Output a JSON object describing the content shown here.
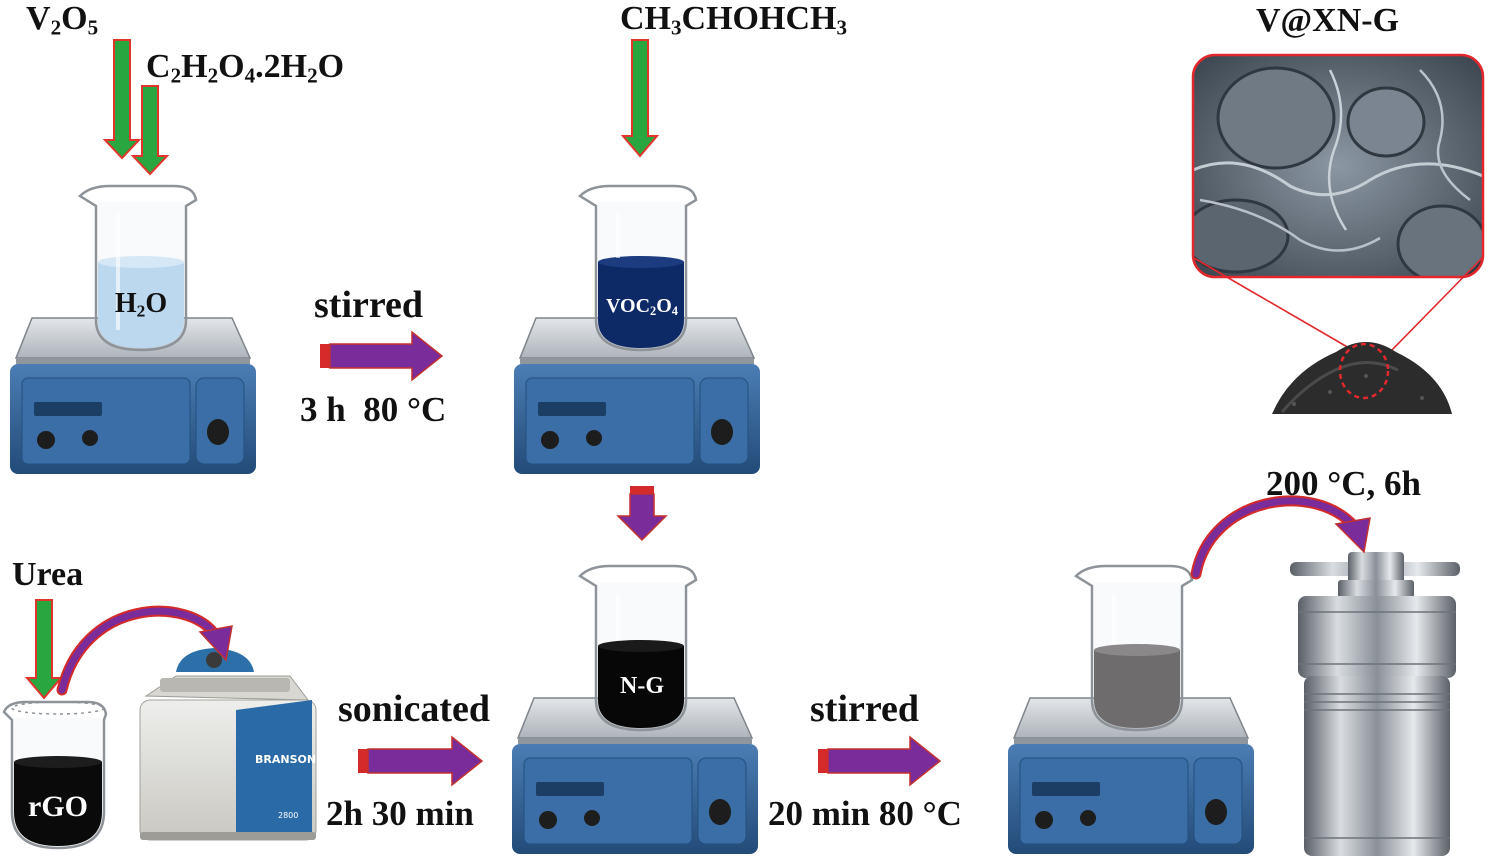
{
  "colors": {
    "arrow_green": "#2aa640",
    "arrow_green_border": "#e0352b",
    "arrow_purple": "#7a2d9a",
    "arrow_red": "#d42a2a",
    "hotplate_body": "#2f5f95",
    "hotplate_top": "#c8cdd2",
    "water": "#bcd8ef",
    "voc2o4": "#0e2a66",
    "ng": "#070707",
    "mixture": "#6e6c6c",
    "rgo": "#0a0a0a",
    "powder": "#2c2c2c"
  },
  "reagents": {
    "v2o5": {
      "main": "V",
      "s1": "2",
      "mid": "O",
      "s2": "5"
    },
    "oxalic": {
      "a": "C",
      "s1": "2",
      "b": "H",
      "s2": "2",
      "c": "O",
      "s3": "4",
      "d": ".2H",
      "s4": "2",
      "e": "O"
    },
    "isopropanol": {
      "a": "CH",
      "s1": "3",
      "b": "CHOHCH",
      "s2": "3"
    },
    "urea": "Urea"
  },
  "beakers": {
    "water": {
      "a": "H",
      "s1": "2",
      "b": "O"
    },
    "voc2o4": {
      "a": "VOC",
      "s1": "2",
      "b": "O",
      "s2": "4"
    },
    "ng": "N-G",
    "rgo": "rGO"
  },
  "steps": {
    "step1": {
      "action": "stirred",
      "condition": "3 h  80 °C"
    },
    "step2": {
      "action": "sonicated",
      "condition": "2h 30 min"
    },
    "step3": {
      "action": "stirred",
      "condition": "20 min 80 °C"
    },
    "step4": {
      "condition": "200 °C, 6h"
    }
  },
  "product": {
    "name": "V@XN-G"
  },
  "devices": {
    "sonicator_brand": "BRANSON",
    "sonicator_model": "2800"
  }
}
